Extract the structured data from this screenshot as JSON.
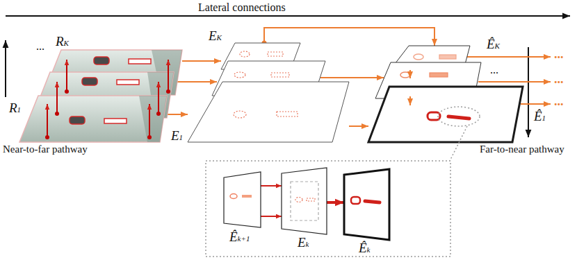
{
  "diagram": {
    "nodes": [
      {
        "text": [
          "RK"
        ]
      },
      {
        "text": [
          "R1"
        ]
      },
      {
        "text": [
          "EK"
        ]
      },
      {
        "text": [
          "E1"
        ]
      },
      {
        "text": [
          "ÊK"
        ]
      },
      {
        "text": [
          "Ê1"
        ]
      },
      {
        "text": [
          "Êk+1"
        ]
      },
      {
        "text": [
          "Ek"
        ]
      },
      {
        "text": [
          "Êk"
        ]
      }
    ],
    "edges": [
      {
        "from": 0,
        "to": 2,
        "arrow": "to"
      },
      {
        "from": 1,
        "to": 3,
        "arrow": "to"
      },
      {
        "from": 2,
        "to": 4,
        "arrow": "to"
      },
      {
        "from": 3,
        "to": 5,
        "arrow": "to"
      },
      {
        "from": 6,
        "to": 7,
        "arrow": "to"
      },
      {
        "from": 7,
        "to": 8,
        "arrow": "to"
      }
    ],
    "labels": [
      "Lateral connections",
      "Near-to-far pathway",
      "Far-to-near pathway",
      "...",
      "...",
      "...",
      "...",
      "..."
    ]
  }
}
